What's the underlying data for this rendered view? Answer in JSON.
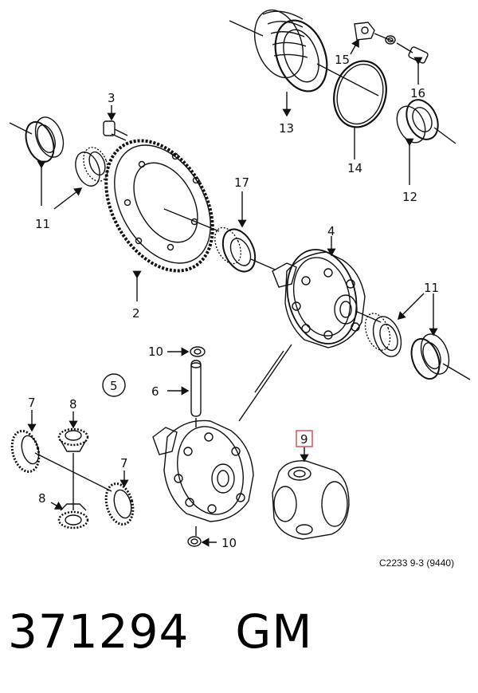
{
  "diagram": {
    "callouts": [
      {
        "id": "c2",
        "text": "2"
      },
      {
        "id": "c3",
        "text": "3"
      },
      {
        "id": "c4",
        "text": "4"
      },
      {
        "id": "c5",
        "text": "5"
      },
      {
        "id": "c6",
        "text": "6"
      },
      {
        "id": "c7a",
        "text": "7"
      },
      {
        "id": "c7b",
        "text": "7"
      },
      {
        "id": "c8a",
        "text": "8"
      },
      {
        "id": "c8b",
        "text": "8"
      },
      {
        "id": "c9",
        "text": "9"
      },
      {
        "id": "c10a",
        "text": "10"
      },
      {
        "id": "c10b",
        "text": "10"
      },
      {
        "id": "c11a",
        "text": "11"
      },
      {
        "id": "c11b",
        "text": "11"
      },
      {
        "id": "c12",
        "text": "12"
      },
      {
        "id": "c13",
        "text": "13"
      },
      {
        "id": "c14",
        "text": "14"
      },
      {
        "id": "c15",
        "text": "15"
      },
      {
        "id": "c16",
        "text": "16"
      },
      {
        "id": "c17",
        "text": "17"
      }
    ],
    "drawing_code": "C2233 9-3 (9440)",
    "highlight_color": "#e0505a"
  },
  "part": {
    "number": "371294",
    "brand": "GM"
  }
}
